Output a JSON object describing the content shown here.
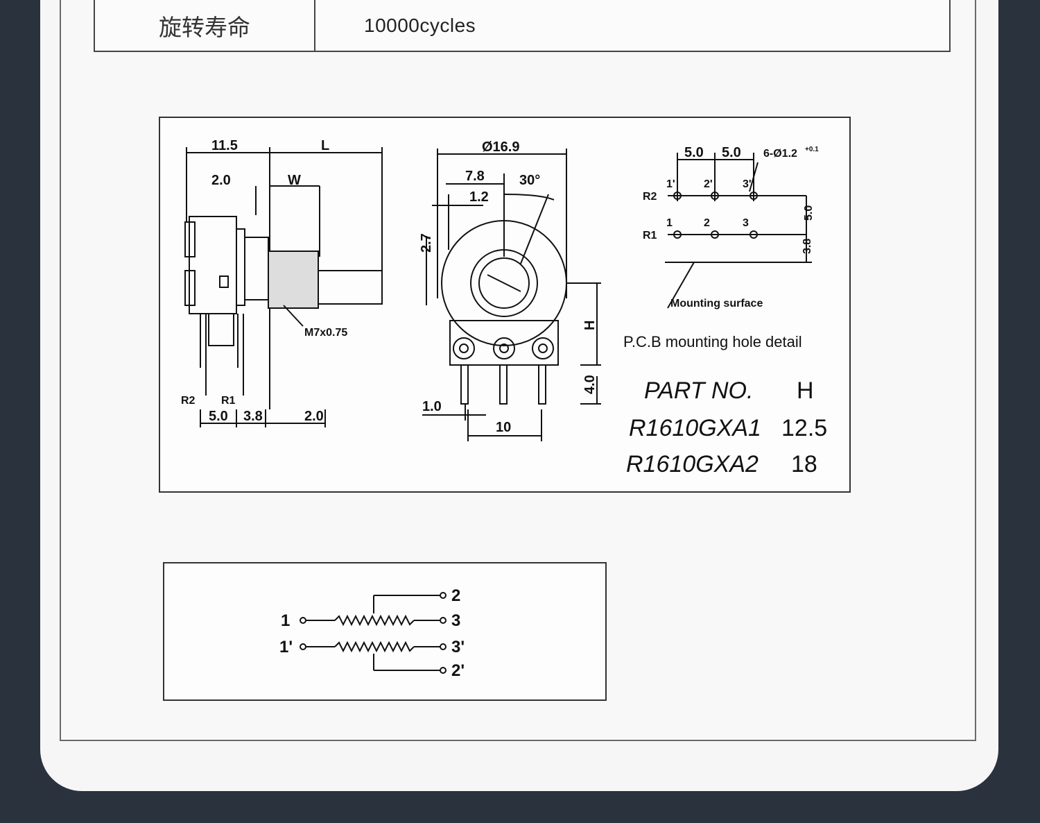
{
  "spec": {
    "label": "旋转寿命",
    "value": "10000cycles"
  },
  "drawing": {
    "side_view": {
      "dims": [
        "11.5",
        "L",
        "2.0",
        "W",
        "M7x0.75",
        "R2",
        "R1",
        "5.0",
        "3.8",
        "2.0"
      ]
    },
    "front_view": {
      "dims": [
        "Ø16.9",
        "7.8",
        "30°",
        "1.2",
        "2.7",
        "H",
        "4.0",
        "1.0",
        "10"
      ]
    },
    "pcb": {
      "dims_top": [
        "5.0",
        "5.0",
        "6-Ø1.2"
      ],
      "tolerance": "+0.1",
      "pins_r2": [
        "1'",
        "2'",
        "3'"
      ],
      "pins_r1": [
        "1",
        "2",
        "3"
      ],
      "row_r2": "R2",
      "row_r1": "R1",
      "dim_right_1": "5.0",
      "dim_right_2": "3.8",
      "mounting_surface": "Mounting surface",
      "caption": "P.C.B mounting hole detail"
    },
    "parts_table": {
      "header_part": "PART NO.",
      "header_h": "H",
      "rows": [
        {
          "part": "R1610GXA1",
          "h": "12.5"
        },
        {
          "part": "R1610GXA2",
          "h": "18"
        }
      ]
    }
  },
  "schematic": {
    "terminals": {
      "t1": "1",
      "t1p": "1'",
      "t2": "2",
      "t3": "3",
      "t3p": "3'",
      "t2p": "2'"
    }
  }
}
